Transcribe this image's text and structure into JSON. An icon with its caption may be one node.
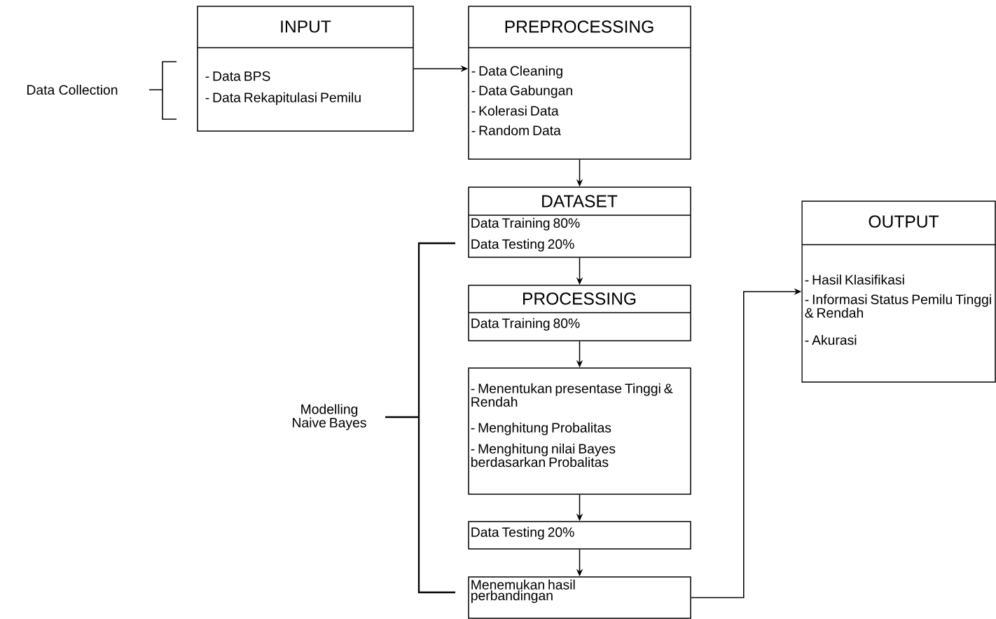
{
  "diagram": {
    "nodes": [
      {
        "text": [
          "INPUT",
          "- Data BPS",
          "- Data Rekapitulasi Pemilu"
        ]
      },
      {
        "text": [
          "PREPROCESSING",
          "- Data Cleaning",
          "- Data Gabungan",
          "- Kolerasi Data",
          "- Random Data"
        ]
      },
      {
        "text": [
          "DATASET",
          "Data Training 80%",
          "Data Testing 20%"
        ]
      },
      {
        "text": [
          "PROCESSING",
          "Data Training 80%"
        ]
      },
      {
        "text": [
          "- Menentukan presentase Tinggi & Rendah",
          "- Menghitung Probalitas",
          "- Menghitung nilai Bayes berdasarkan Probalitas"
        ]
      },
      {
        "text": [
          "Data Testing 20%"
        ]
      },
      {
        "text": [
          "Menemukan hasil perbandingan"
        ]
      },
      {
        "text": [
          "OUTPUT",
          "- Hasil Klasifikasi",
          "- Informasi Status Pemilu Tinggi & Rendah",
          "- Akurasi"
        ]
      }
    ],
    "edges": [
      {
        "from": 0,
        "to": 1,
        "arrow": "to"
      },
      {
        "from": 1,
        "to": 2,
        "arrow": "to"
      },
      {
        "from": 2,
        "to": 3,
        "arrow": "to"
      },
      {
        "from": 3,
        "to": 4,
        "arrow": "to"
      },
      {
        "from": 4,
        "to": 5,
        "arrow": "to"
      },
      {
        "from": 5,
        "to": 6,
        "arrow": "to"
      },
      {
        "from": 6,
        "to": 7,
        "arrow": "to"
      }
    ],
    "labels": [
      "Data Collection",
      "Modelling Naive Bayes"
    ]
  }
}
